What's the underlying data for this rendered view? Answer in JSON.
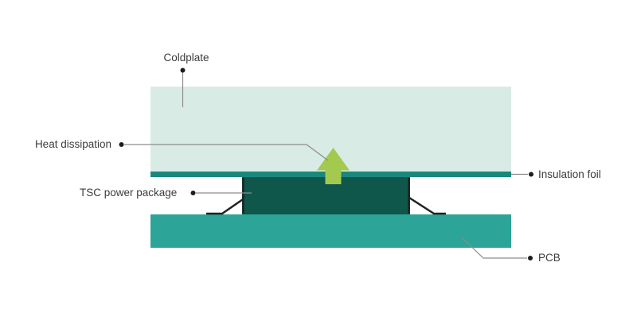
{
  "diagram": {
    "description": "Cross-section illustration of a TSC power package mounted on a PCB with insulation foil and coldplate for heat dissipation",
    "labels": {
      "coldplate": "Coldplate",
      "heat_dissipation": "Heat dissipation",
      "tsc_power_package": "TSC power package",
      "insulation_foil": "Insulation foil",
      "pcb": "PCB"
    },
    "colors": {
      "background": "#ffffff",
      "coldplate_fill": "#d9ebe5",
      "insulation_foil_fill": "#1a877d",
      "power_package_fill": "#0e574a",
      "pcb_fill": "#2da498",
      "heat_arrow_fill": "#a4c94f",
      "clip_stroke": "#1c2522",
      "leader_line": "#8c8c8c",
      "leader_dot": "#1d1d1b",
      "label_text": "#3c3c3b"
    }
  }
}
